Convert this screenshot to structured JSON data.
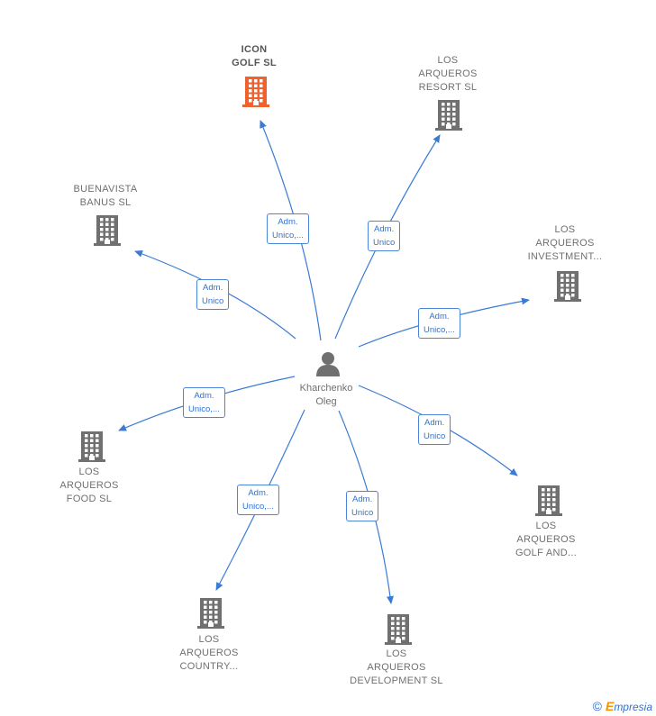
{
  "center": {
    "name": "Kharchenko\nOleg",
    "icon": "person-icon"
  },
  "relation_label": "Adm.\nUnico",
  "relation_label_trunc": "Adm.\nUnico,...",
  "companies": [
    {
      "id": "icon-golf",
      "name": "ICON\nGOLF  SL",
      "highlight": true,
      "label_key": "relation_label_trunc"
    },
    {
      "id": "los-arqueros-resort",
      "name": "LOS\nARQUEROS\nRESORT  SL",
      "highlight": false,
      "label_key": "relation_label"
    },
    {
      "id": "buenavista-banus",
      "name": "BUENAVISTA\nBANUS SL",
      "highlight": false,
      "label_key": "relation_label"
    },
    {
      "id": "los-arqueros-investment",
      "name": "LOS\nARQUEROS\nINVESTMENT...",
      "highlight": false,
      "label_key": "relation_label_trunc"
    },
    {
      "id": "los-arqueros-food",
      "name": "LOS\nARQUEROS\nFOOD  SL",
      "highlight": false,
      "label_key": "relation_label_trunc"
    },
    {
      "id": "los-arqueros-golf",
      "name": "LOS\nARQUEROS\nGOLF AND...",
      "highlight": false,
      "label_key": "relation_label"
    },
    {
      "id": "los-arqueros-country",
      "name": "LOS\nARQUEROS\nCOUNTRY...",
      "highlight": false,
      "label_key": "relation_label_trunc"
    },
    {
      "id": "los-arqueros-development",
      "name": "LOS\nARQUEROS\nDEVELOPMENT SL",
      "highlight": false,
      "label_key": "relation_label"
    }
  ],
  "colors": {
    "edge": "#3a7bd5",
    "building": "#707070",
    "building_highlight": "#f0622d"
  },
  "credit": {
    "symbol": "©",
    "brand_initial": "E",
    "brand_rest": "mpresia"
  }
}
